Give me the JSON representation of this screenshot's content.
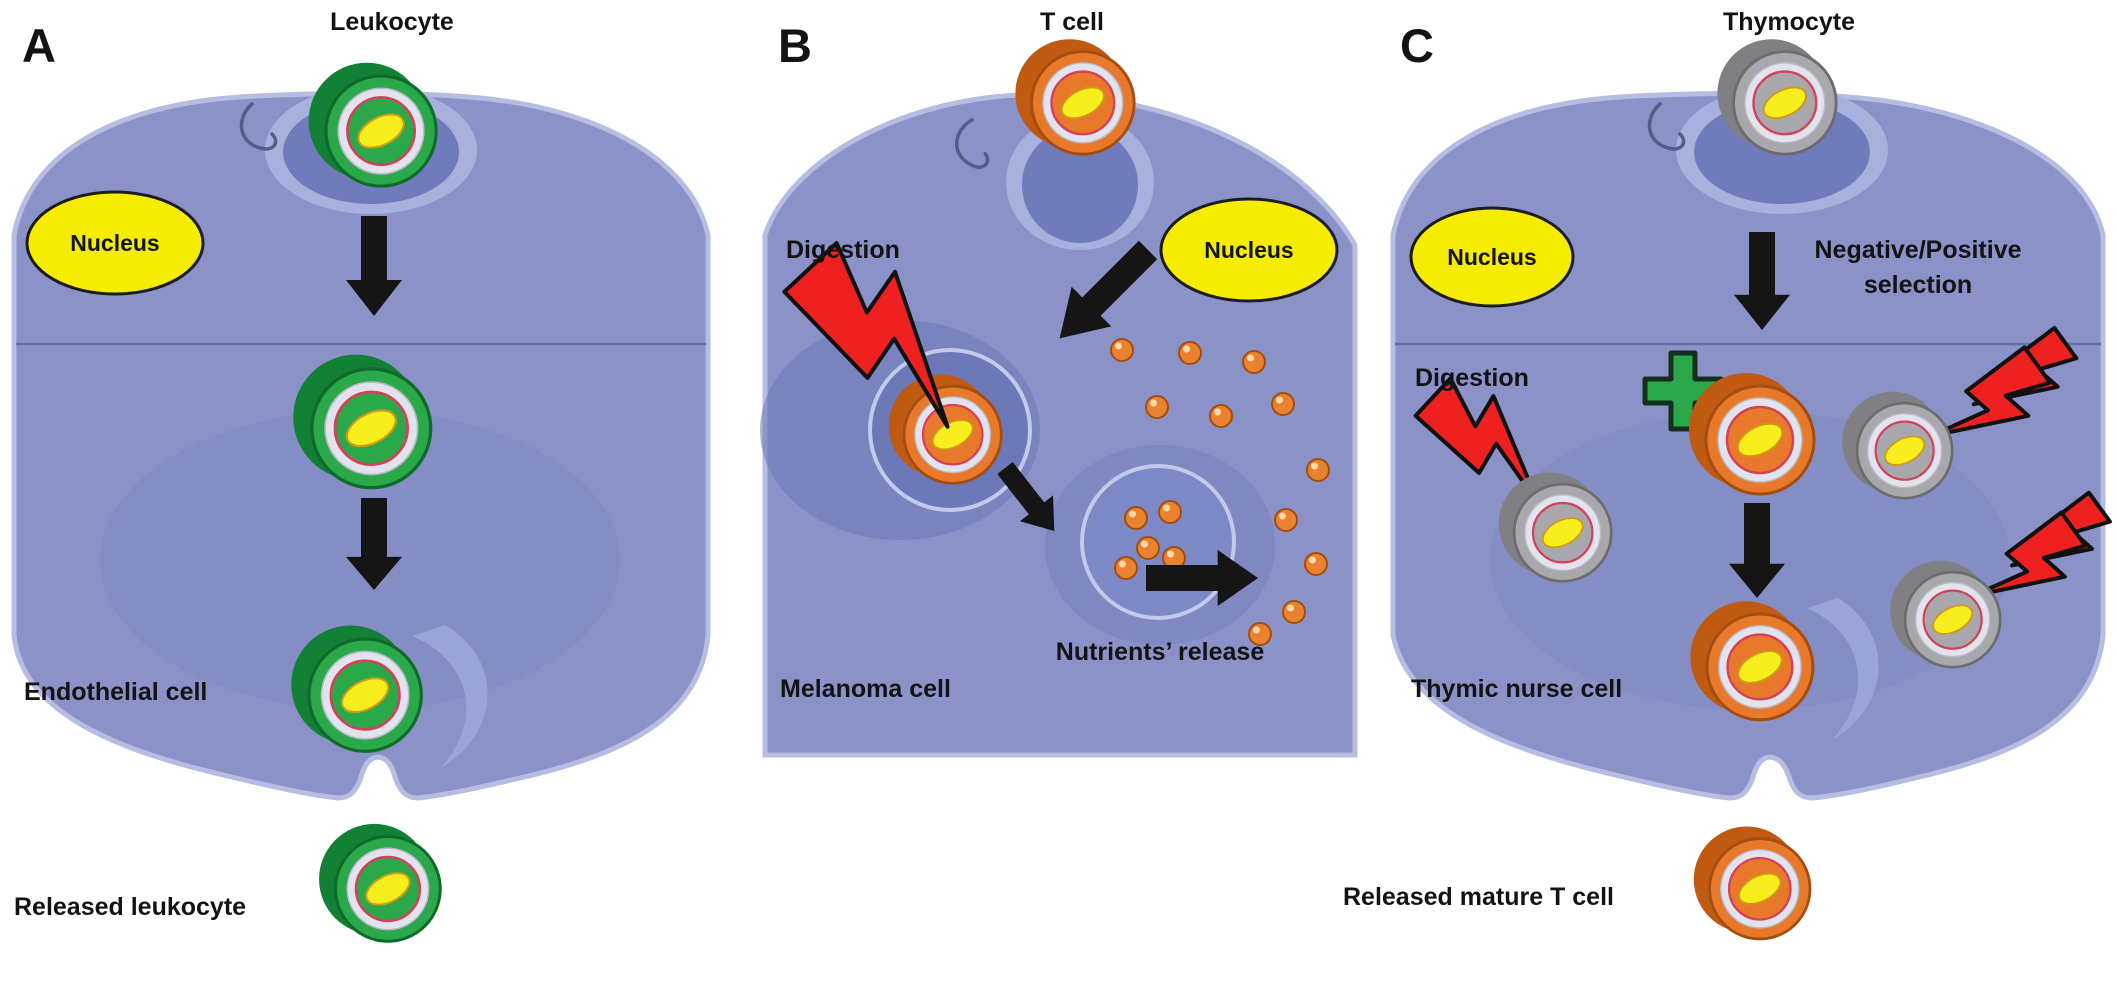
{
  "panels": {
    "a": {
      "letter": "A",
      "leukocyte_label": "Leukocyte",
      "nucleus_label": "Nucleus",
      "endothelial_cell_label": "Endothelial cell",
      "released_leukocyte_label": "Released leukocyte"
    },
    "b": {
      "letter": "B",
      "t_cell_label": "T cell",
      "digestion_label": "Digestion",
      "nucleus_label": "Nucleus",
      "nutrients_release_label": "Nutrients’ release",
      "melanoma_cell_label": "Melanoma cell"
    },
    "c": {
      "letter": "C",
      "thymocyte_label": "Thymocyte",
      "nucleus_label": "Nucleus",
      "selection_line1": "Negative/Positive",
      "selection_line2": "selection",
      "digestion_label": "Digestion",
      "thymic_nurse_cell_label": "Thymic nurse cell",
      "released_t_cell_label": "Released mature T cell"
    }
  },
  "colors": {
    "cell_body_purple": "#8a92c8",
    "cell_edge_lavender": "#b5bde2",
    "pocket_blue": "#707bbb",
    "leukocyte_green": "#2aa84a",
    "t_cell_orange": "#e8792a",
    "thymocyte_gray": "#a8a8ac",
    "nucleus_yellow": "#f8ee1e",
    "lightning_red": "#ee2020",
    "plus_green": "#2aa84a",
    "arrow_black": "#151515"
  }
}
